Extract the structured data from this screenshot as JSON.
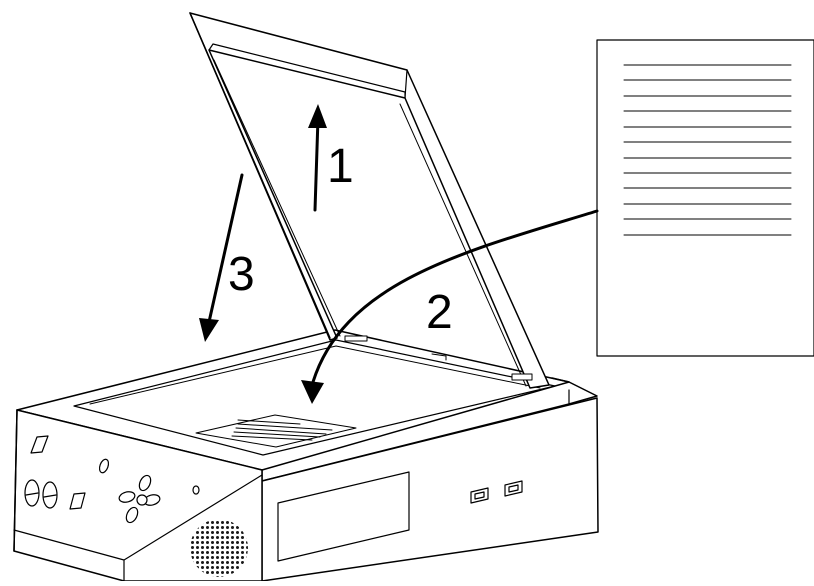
{
  "steps": [
    {
      "number": "1"
    },
    {
      "number": "2"
    },
    {
      "number": "3"
    }
  ],
  "colors": {
    "stroke": "#000000",
    "background": "#ffffff",
    "speaker": "#1a1a1a"
  },
  "illustration": {
    "document_text_lines": 12,
    "icons": [
      "scanner-body-icon",
      "scanner-lid-icon",
      "document-sheet-icon",
      "control-panel-icon",
      "speaker-grille-icon",
      "usb-port-icon"
    ]
  }
}
